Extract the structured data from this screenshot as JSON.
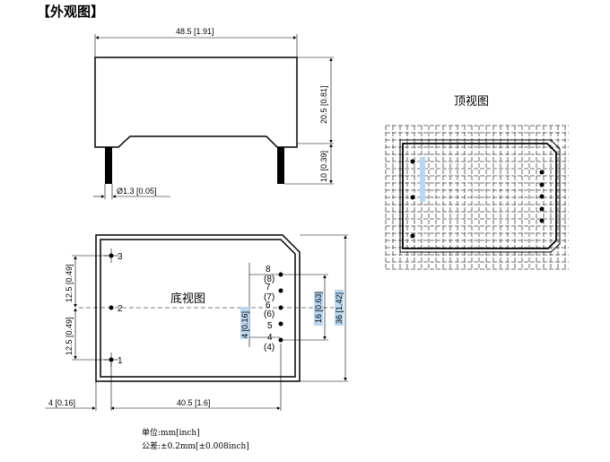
{
  "header": {
    "title": "【外观图】"
  },
  "side_view": {
    "width_dim": "48.5 [1.91]",
    "height_dim": "20.5 [0.81]",
    "pin_length_dim": "10 [0.39]",
    "pin_dia_dim": "Ø1.3 [0.05]"
  },
  "top_view": {
    "label": "顶视图"
  },
  "bottom_view": {
    "label": "底视图",
    "pitch_top_dim": "12.5 [0.49]",
    "pitch_bottom_dim": "12.5 [0.49]",
    "edge_offset_dim": "4 [0.16]",
    "pin_span_dim": "40.5 [1.6]",
    "right_pitch_dim": "4 [0.16]",
    "right_span_dim": "16 [0.63]",
    "height_dim": "36 [1.42]",
    "pins_left": [
      "3",
      "2",
      "1"
    ],
    "pins_right": [
      "8",
      "(8)",
      "7",
      "(7)",
      "6",
      "(6)",
      "5",
      "4",
      "(4)"
    ]
  },
  "notes": {
    "unit": "单位:mm[inch]",
    "tolerance": "公差:±0.2mm[±0.008inch]"
  },
  "colors": {
    "highlight": "#b9d7f0",
    "line": "#000000"
  }
}
